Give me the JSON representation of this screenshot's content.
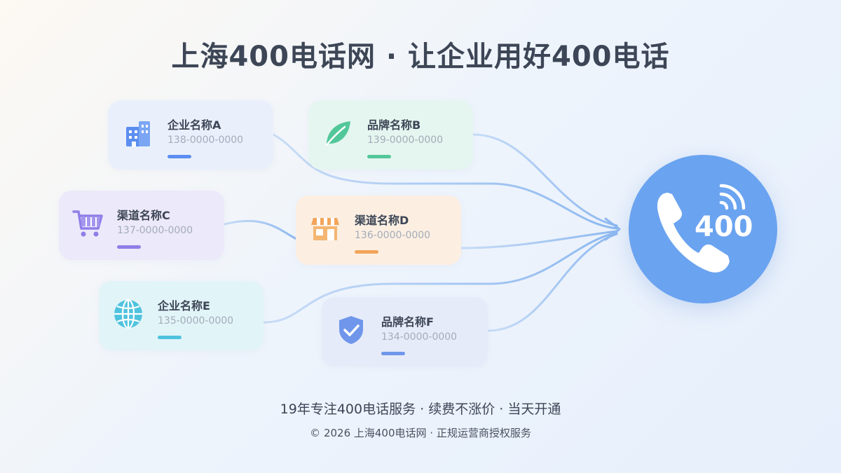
{
  "title": "上海400电话网 · 让企业用好400电话",
  "cards": [
    {
      "name": "企业名称A",
      "phone": "138-0000-0000",
      "icon": "building-icon",
      "accent": "#5b8ef0",
      "bg": "#eaf0fb"
    },
    {
      "name": "品牌名称B",
      "phone": "139-0000-0000",
      "icon": "leaf-icon",
      "accent": "#52c79a",
      "bg": "#e4f6ef"
    },
    {
      "name": "渠道名称C",
      "phone": "137-0000-0000",
      "icon": "cart-icon",
      "accent": "#8f7ee8",
      "bg": "#ece9fa"
    },
    {
      "name": "渠道名称D",
      "phone": "136-0000-0000",
      "icon": "store-icon",
      "accent": "#f2a55a",
      "bg": "#fcefe2"
    },
    {
      "name": "企业名称E",
      "phone": "135-0000-0000",
      "icon": "globe-icon",
      "accent": "#4fc3de",
      "bg": "#e1f4f8"
    },
    {
      "name": "品牌名称F",
      "phone": "134-0000-0000",
      "icon": "shield-check-icon",
      "accent": "#6f96ea",
      "bg": "#e6ebfa"
    }
  ],
  "hub": {
    "label": "400",
    "icon": "phone-icon",
    "color": "#6aa3f0"
  },
  "footer": {
    "line1": "19年专注400电话服务 · 续费不涨价 · 当天开通",
    "line2": "© 2026 上海400电话网 · 正规运营商授权服务"
  }
}
